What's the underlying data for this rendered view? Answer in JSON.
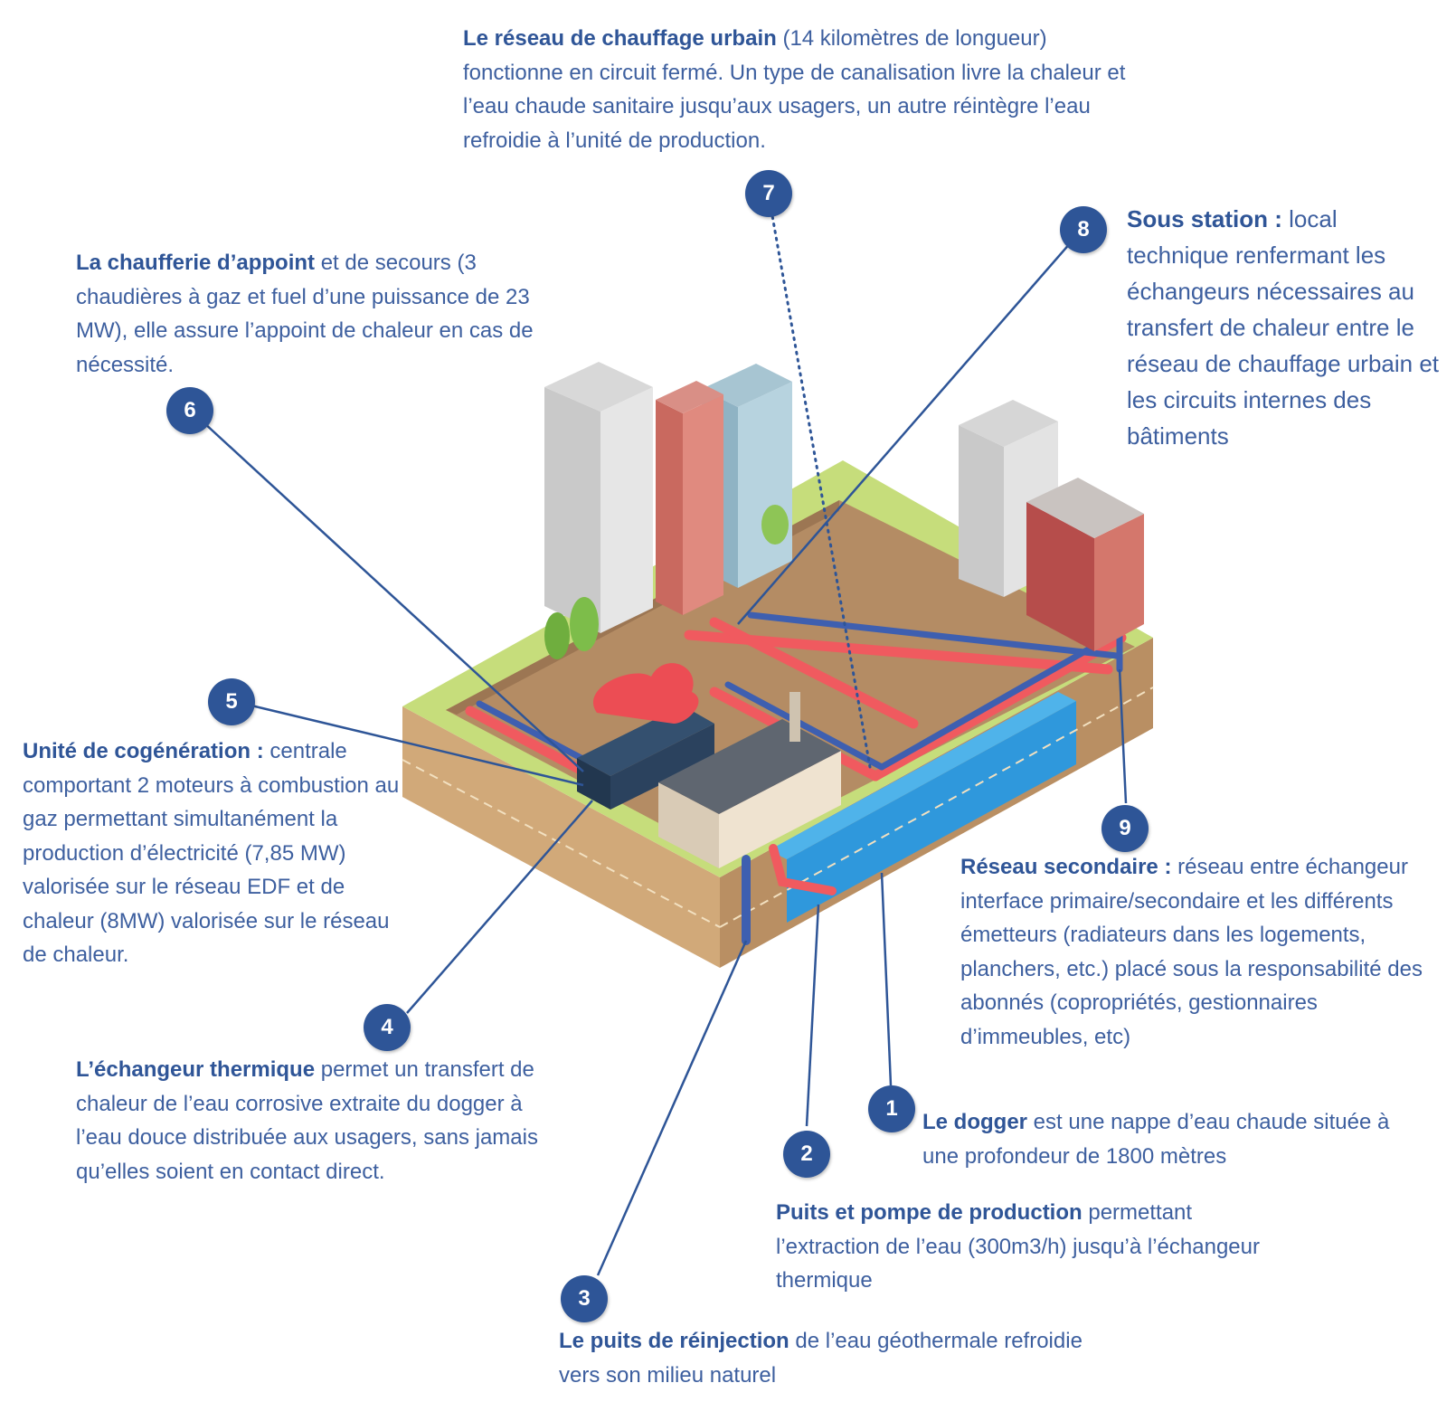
{
  "colors": {
    "accent": "#2e5597",
    "text": "#3d5f9f",
    "hot_pipe": "#f05a5f",
    "cold_pipe": "#3e5fb0",
    "aquifer": "#2f98dc",
    "grass": "#c6dd7b",
    "soil": "#d1a979"
  },
  "labels": [
    {
      "id": "7",
      "title": "Le réseau de chauffage urbain",
      "rest": " (14 kilomètres de longueur) fonctionne en circuit fermé. Un type de canalisation livre la chaleur et l’eau chaude sanitaire jusqu’aux usagers, un autre réintègre l’eau refroidie à l’unité de production."
    },
    {
      "id": "8",
      "title": "Sous station :",
      "rest": " local technique renfermant les échangeurs nécessaires au transfert de chaleur entre le réseau de chauffage urbain et les circuits internes des bâtiments"
    },
    {
      "id": "6",
      "title": "La chaufferie d’appoint",
      "rest": " et de secours (3 chaudières à gaz et fuel d’une puissance de 23 MW), elle assure  l’appoint de chaleur en cas de nécessité."
    },
    {
      "id": "5",
      "title": "Unité de cogénération :",
      "rest": " centrale comportant 2 moteurs à combustion au gaz permettant simultanément la production d’électricité (7,85 MW) valorisée sur le réseau EDF et de chaleur (8MW) valorisée sur le réseau de chaleur."
    },
    {
      "id": "9",
      "title": "Réseau secondaire :",
      "rest": " réseau entre échangeur interface primaire/secondaire et les différents émetteurs (radiateurs dans les logements, planchers, etc.) placé sous la responsabilité des abonnés (copropriétés, gestionnaires d’immeubles, etc)"
    },
    {
      "id": "4",
      "title": "L’échangeur thermique",
      "rest": " permet un transfert de chaleur de l’eau corrosive extraite du dogger à l’eau douce distribuée aux usagers, sans jamais qu’elles soient en contact direct."
    },
    {
      "id": "1",
      "title": "Le dogger",
      "rest": " est une nappe d’eau chaude située à une profondeur de 1800 mètres"
    },
    {
      "id": "2",
      "title": "Puits et pompe de production",
      "rest": " permettant l’extraction de l’eau (300m3/h) jusqu’à l’échangeur thermique"
    },
    {
      "id": "3",
      "title": "Le puits de réinjection",
      "rest": " de l’eau géothermale refroidie vers son milieu naturel"
    }
  ],
  "badges": [
    "7",
    "8",
    "6",
    "5",
    "9",
    "4",
    "1",
    "2",
    "3"
  ]
}
